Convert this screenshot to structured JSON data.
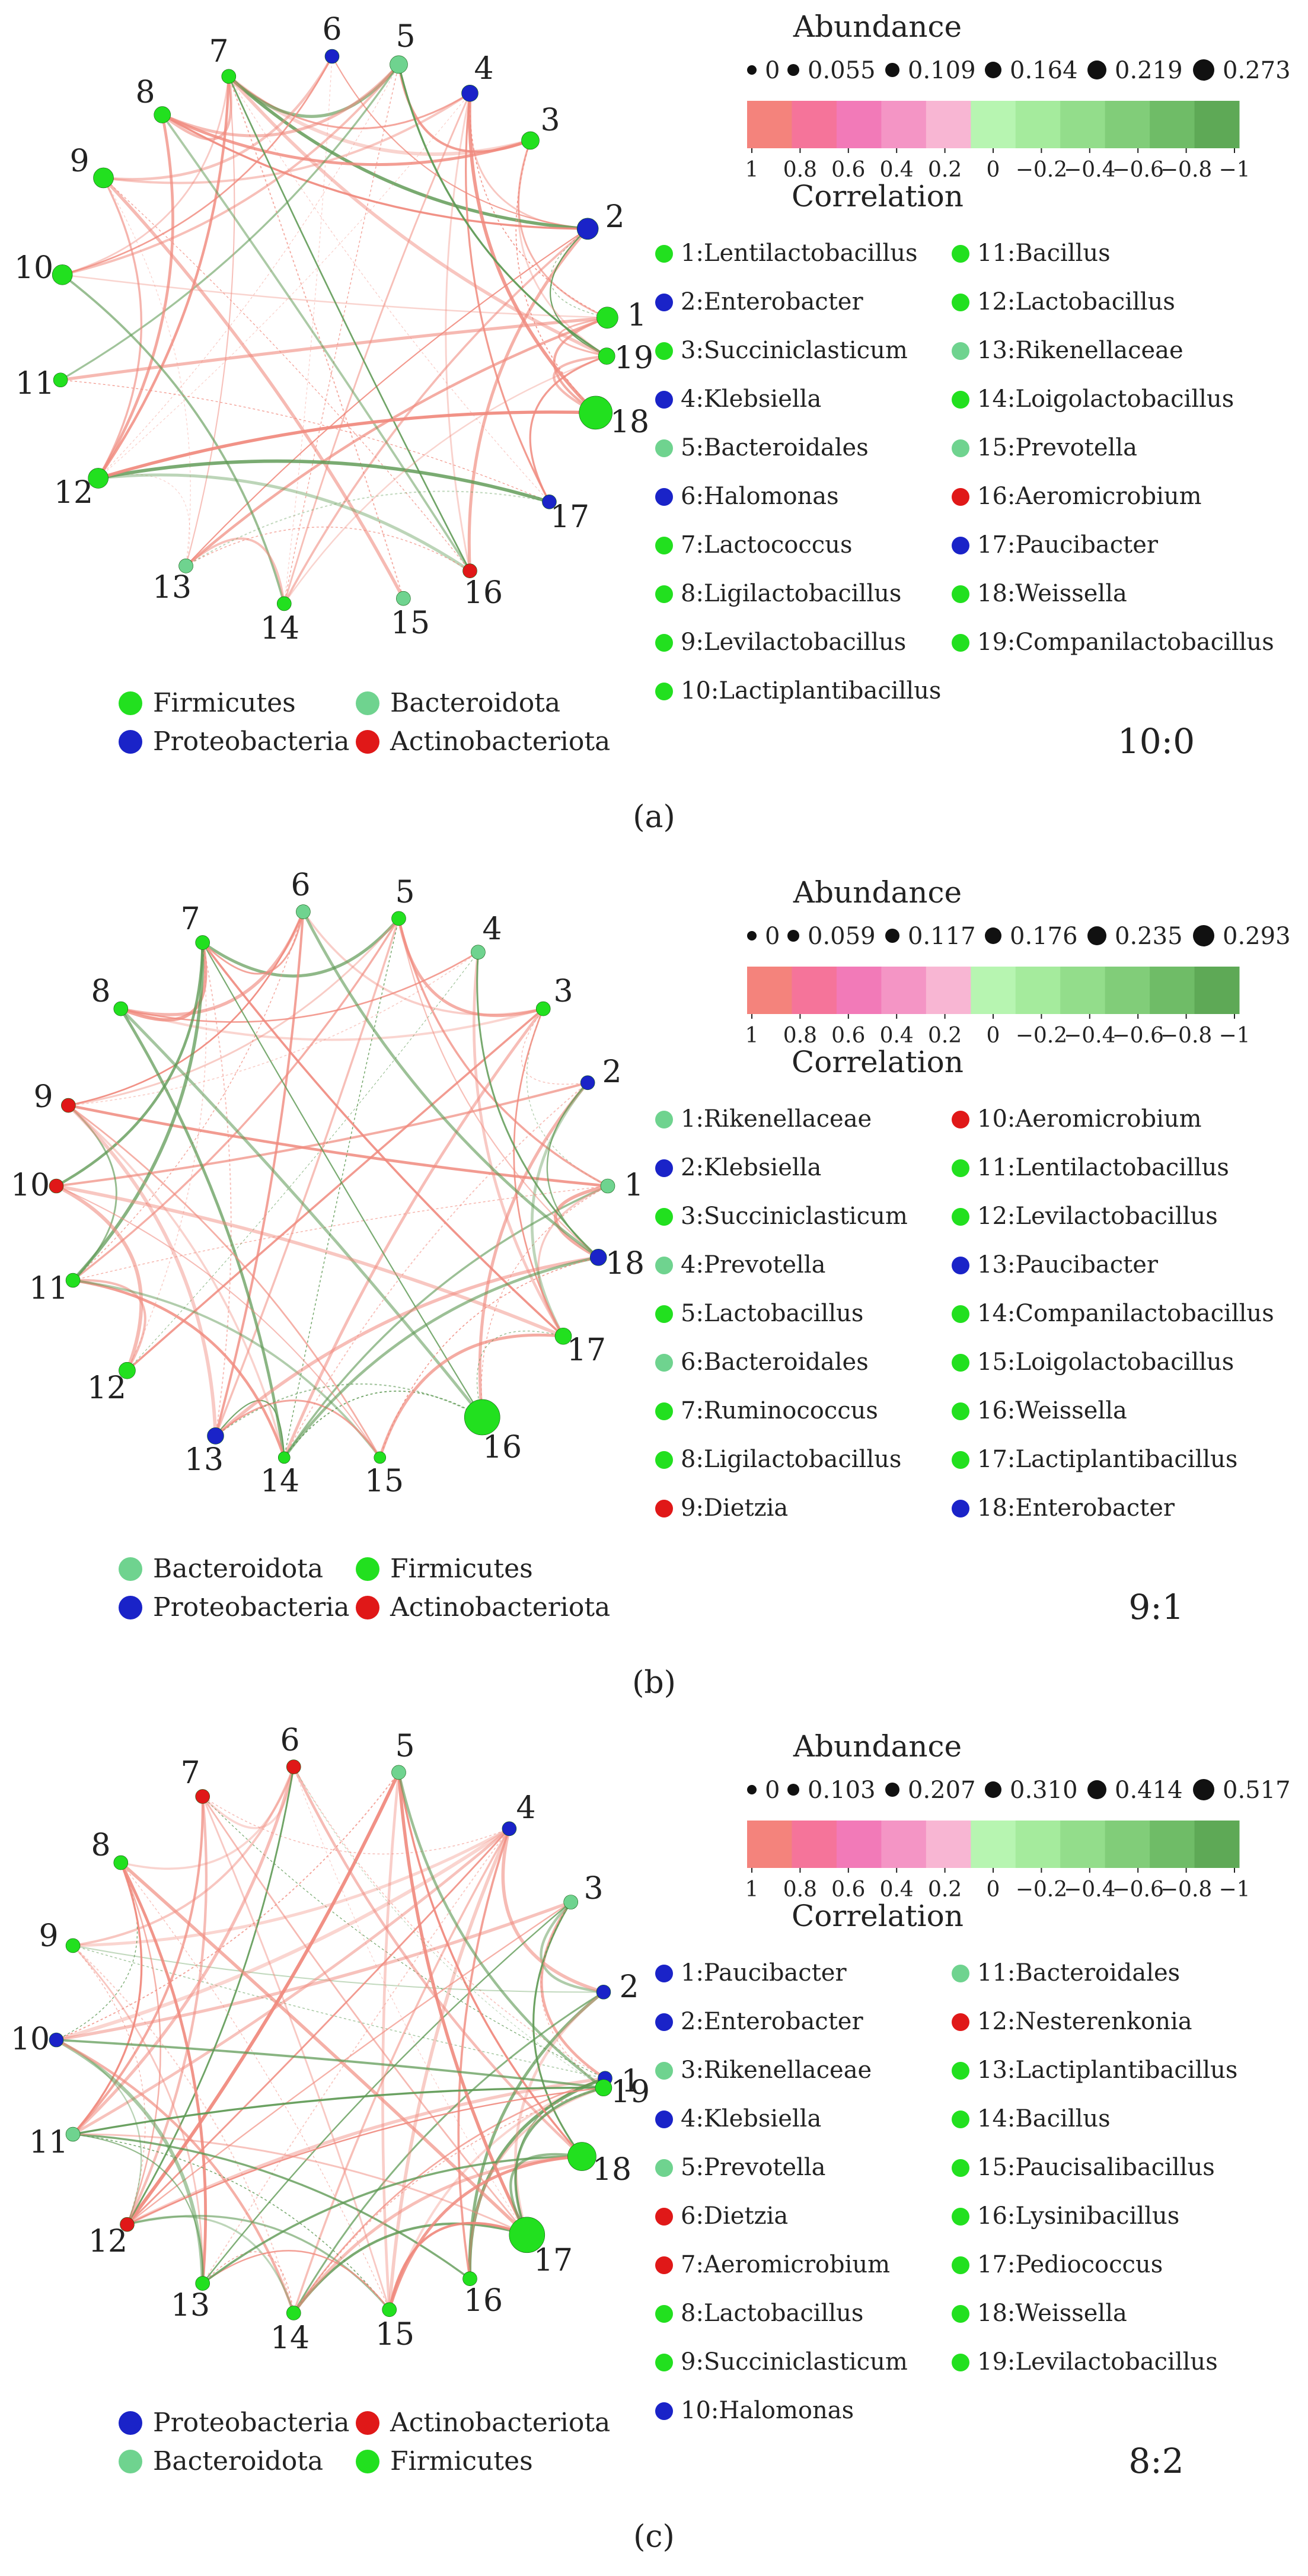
{
  "panels": [
    {
      "caption": "(a)",
      "ratio": "10:0",
      "abundance_title": "Abundance",
      "abundance_values": [
        "0",
        "0.055",
        "0.109",
        "0.164",
        "0.219",
        "0.273"
      ],
      "correlation_title": "Correlation",
      "correlation_ticks": [
        "1",
        "0.8",
        "0.6",
        "0.4",
        "0.2",
        "0",
        "−0.2",
        "−0.4",
        "−0.6",
        "−0.8",
        "−1"
      ],
      "taxa_col1": [
        "1:Lentilactobacillus",
        "2:Enterobacter",
        "3:Succiniclasticum",
        "4:Klebsiella",
        "5:Bacteroidales",
        "6:Halomonas",
        "7:Lactococcus",
        "8:Ligilactobacillus",
        "9:Levilactobacillus",
        "10:Lactiplantibacillus"
      ],
      "taxa_col2": [
        "11:Bacillus",
        "12:Lactobacillus",
        "13:Rikenellaceae",
        "14:Loigolactobacillus",
        "15:Prevotella",
        "16:Aeromicrobium",
        "17:Paucibacter",
        "18:Weissella",
        "19:Companilactobacillus"
      ],
      "phylum_legend": [
        "Firmicutes",
        "Bacteroidota",
        "Proteobacteria",
        "Actinobacteriota"
      ],
      "node_labels": [
        "1",
        "2",
        "3",
        "4",
        "5",
        "6",
        "7",
        "8",
        "9",
        "10",
        "11",
        "12",
        "13",
        "14",
        "15",
        "16",
        "17",
        "18",
        "19"
      ]
    },
    {
      "caption": "(b)",
      "ratio": "9:1",
      "abundance_title": "Abundance",
      "abundance_values": [
        "0",
        "0.059",
        "0.117",
        "0.176",
        "0.235",
        "0.293"
      ],
      "correlation_title": "Correlation",
      "correlation_ticks": [
        "1",
        "0.8",
        "0.6",
        "0.4",
        "0.2",
        "0",
        "−0.2",
        "−0.4",
        "−0.6",
        "−0.8",
        "−1"
      ],
      "taxa_col1": [
        "1:Rikenellaceae",
        "2:Klebsiella",
        "3:Succiniclasticum",
        "4:Prevotella",
        "5:Lactobacillus",
        "6:Bacteroidales",
        "7:Ruminococcus",
        "8:Ligilactobacillus",
        "9:Dietzia"
      ],
      "taxa_col2": [
        "10:Aeromicrobium",
        "11:Lentilactobacillus",
        "12:Levilactobacillus",
        "13:Paucibacter",
        "14:Companilactobacillus",
        "15:Loigolactobacillus",
        "16:Weissella",
        "17:Lactiplantibacillus",
        "18:Enterobacter"
      ],
      "phylum_legend": [
        "Bacteroidota",
        "Firmicutes",
        "Proteobacteria",
        "Actinobacteriota"
      ],
      "node_labels": [
        "1",
        "2",
        "3",
        "4",
        "5",
        "6",
        "7",
        "8",
        "9",
        "10",
        "11",
        "12",
        "13",
        "14",
        "15",
        "16",
        "17",
        "18"
      ]
    },
    {
      "caption": "(c)",
      "ratio": "8:2",
      "abundance_title": "Abundance",
      "abundance_values": [
        "0",
        "0.103",
        "0.207",
        "0.310",
        "0.414",
        "0.517"
      ],
      "correlation_title": "Correlation",
      "correlation_ticks": [
        "1",
        "0.8",
        "0.6",
        "0.4",
        "0.2",
        "0",
        "−0.2",
        "−0.4",
        "−0.6",
        "−0.8",
        "−1"
      ],
      "taxa_col1": [
        "1:Paucibacter",
        "2:Enterobacter",
        "3:Rikenellaceae",
        "4:Klebsiella",
        "5:Prevotella",
        "6:Dietzia",
        "7:Aeromicrobium",
        "8:Lactobacillus",
        "9:Succiniclasticum",
        "10:Halomonas"
      ],
      "taxa_col2": [
        "11:Bacteroidales",
        "12:Nesterenkonia",
        "13:Lactiplantibacillus",
        "14:Bacillus",
        "15:Paucisalibacillus",
        "16:Lysinibacillus",
        "17:Pediococcus",
        "18:Weissella",
        "19:Levilactobacillus"
      ],
      "phylum_legend": [
        "Proteobacteria",
        "Actinobacteriota",
        "Bacteroidota",
        "Firmicutes"
      ],
      "node_labels": [
        "1",
        "2",
        "3",
        "4",
        "5",
        "6",
        "7",
        "8",
        "9",
        "10",
        "11",
        "12",
        "13",
        "14",
        "15",
        "16",
        "17",
        "18",
        "19"
      ]
    }
  ],
  "colors": {
    "Firmicutes": "#22e01f",
    "Bacteroidota": "#6fd38f",
    "Proteobacteria": "#1a23c8",
    "Actinobacteriota": "#e01818",
    "positive_edge": "#f08a7e",
    "negative_edge": "#5f9a55",
    "scale_pos": [
      "#f4837c",
      "#f5749a",
      "#f27ab8",
      "#f495c5",
      "#f8b6d3"
    ],
    "scale_neg": [
      "#b7f5b1",
      "#a5eb9d",
      "#93dd8b",
      "#81cd79",
      "#6fbc67",
      "#5ea956"
    ]
  },
  "taxa_phyla": [
    [
      "F",
      "P",
      "F",
      "P",
      "B",
      "P",
      "F",
      "F",
      "F",
      "F",
      "F",
      "F",
      "B",
      "F",
      "B",
      "A",
      "P",
      "F",
      "F"
    ],
    [
      "B",
      "P",
      "F",
      "B",
      "F",
      "B",
      "F",
      "F",
      "A",
      "A",
      "F",
      "F",
      "P",
      "F",
      "F",
      "F",
      "F",
      "P"
    ],
    [
      "P",
      "P",
      "B",
      "P",
      "B",
      "A",
      "A",
      "F",
      "F",
      "P",
      "B",
      "A",
      "F",
      "F",
      "F",
      "F",
      "F",
      "F",
      "F"
    ]
  ]
}
